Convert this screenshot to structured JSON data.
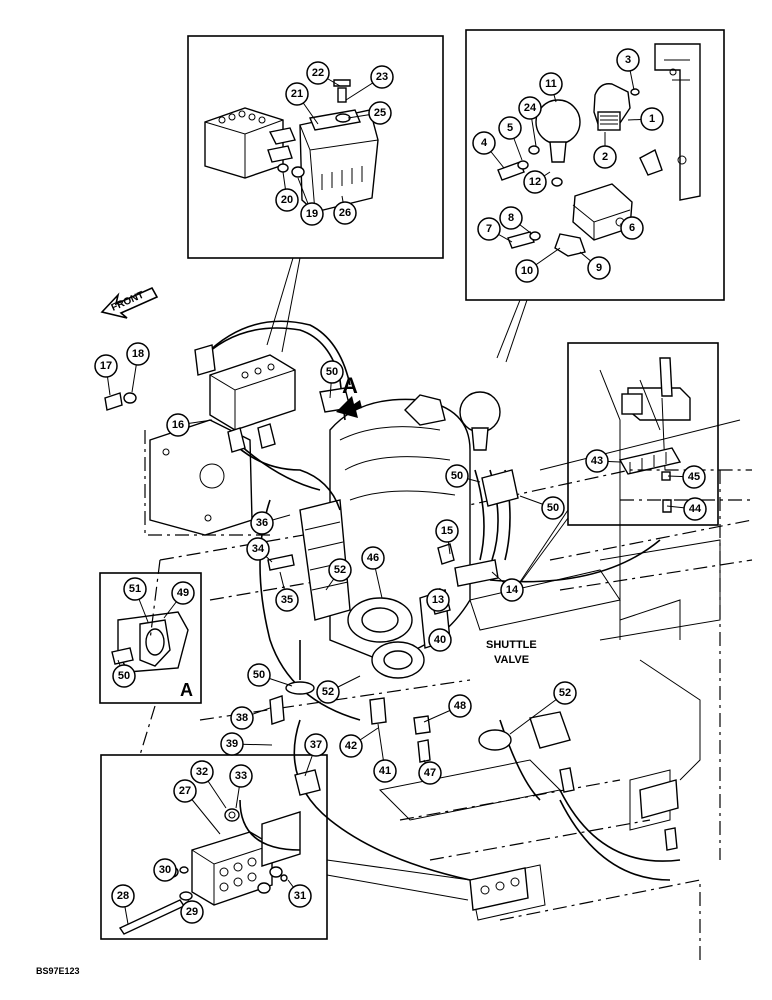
{
  "labels": {
    "front": "FRONT",
    "shuttle_line1": "SHUTTLE",
    "shuttle_line2": "VALVE",
    "view_marker": "A",
    "inset_view_marker": "A",
    "drawing_code": "BS97E123"
  },
  "callout_numbers": [
    "1",
    "2",
    "3",
    "4",
    "5",
    "6",
    "7",
    "8",
    "9",
    "10",
    "11",
    "12",
    "13",
    "14",
    "15",
    "16",
    "17",
    "18",
    "19",
    "20",
    "21",
    "22",
    "23",
    "24",
    "25",
    "26",
    "27",
    "28",
    "29",
    "30",
    "31",
    "32",
    "33",
    "34",
    "35",
    "36",
    "37",
    "38",
    "39",
    "40",
    "41",
    "42",
    "43",
    "44",
    "45",
    "46",
    "47",
    "48",
    "49",
    "50",
    "51",
    "52"
  ]
}
